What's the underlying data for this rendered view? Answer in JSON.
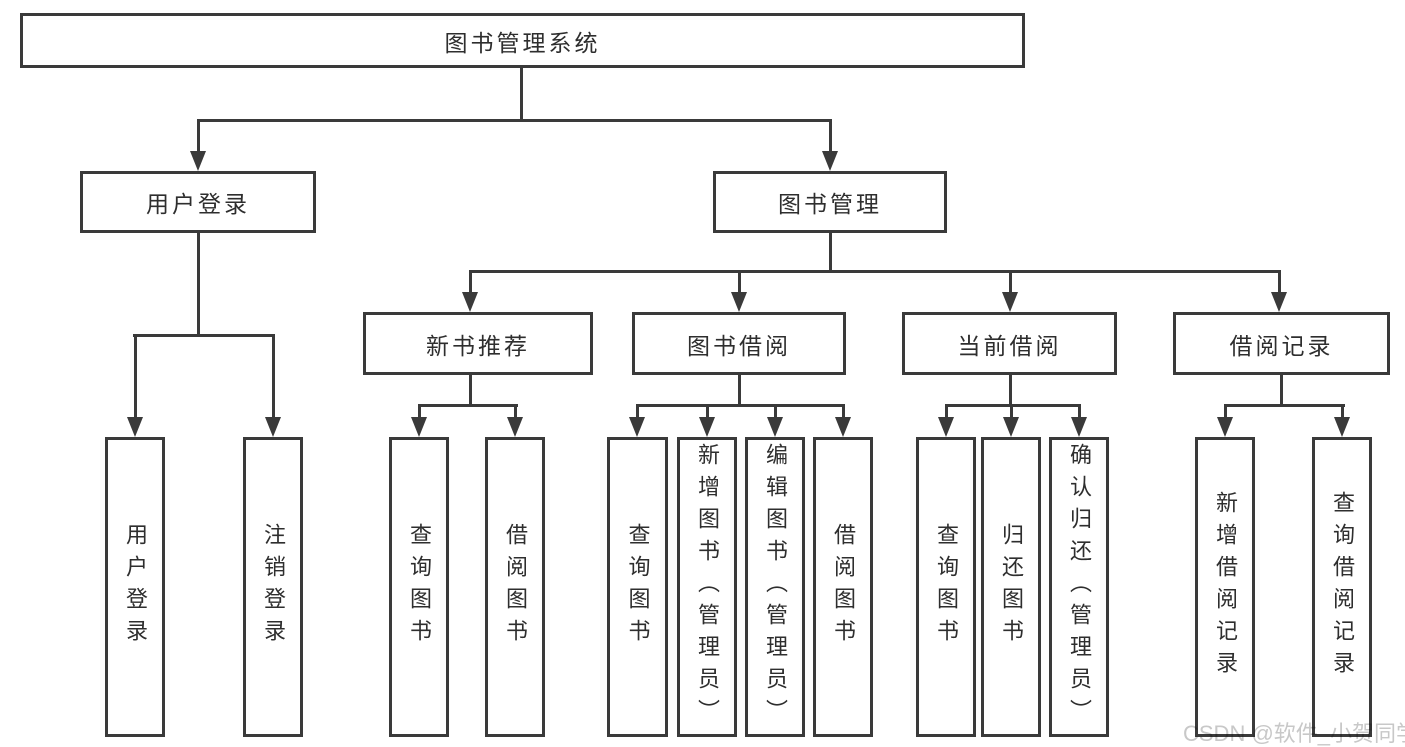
{
  "diagram_title": "图书管理系统",
  "tree": {
    "root": "图书管理系统",
    "children": [
      {
        "label": "用户登录",
        "children": [
          "用户登录",
          "注销登录"
        ]
      },
      {
        "label": "图书管理",
        "children": [
          {
            "label": "新书推荐",
            "children": [
              "查询图书",
              "借阅图书"
            ]
          },
          {
            "label": "图书借阅",
            "children": [
              "查询图书",
              "新增图书（管理员）",
              "编辑图书（管理员）",
              "借阅图书"
            ]
          },
          {
            "label": "当前借阅",
            "children": [
              "查询图书",
              "归还图书",
              "确认归还（管理员）"
            ]
          },
          {
            "label": "借阅记录",
            "children": [
              "新增借阅记录",
              "查询借阅记录"
            ]
          }
        ]
      }
    ]
  },
  "watermark": "CSDN @软件_小贺同学",
  "colors": {
    "background": "#ffffff",
    "box_border": "#3a3a3a",
    "connector_line": "#3a3a3a",
    "text": "#2e2e2e",
    "watermark_text": "#c8c8c8"
  }
}
